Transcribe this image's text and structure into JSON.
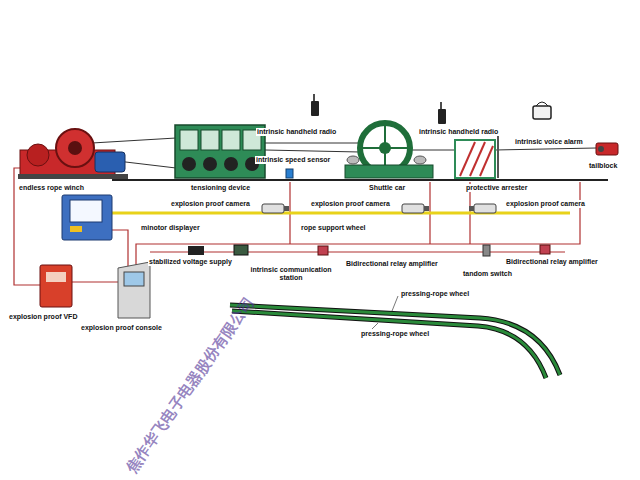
{
  "diagram": {
    "labels": [
      "intrinsic handheld radio",
      "intrinsic handheld radio",
      "intrinsic voice alarm",
      "intrinsic speed sensor",
      "tailblock",
      "endless rope winch",
      "tensioning device",
      "Shuttle car",
      "protective arrester",
      "explosion proof camera",
      "explosion proof camera",
      "explosion proof camera",
      "minotor displayer",
      "rope support wheel",
      "stabilized voltage supply",
      "intrinsic communication station",
      "Bidirectional relay amplifier",
      "tandom switch",
      "Bidirectional relay amplifier",
      "explosion proof VFD",
      "explosion proof console",
      "pressing-rope wheel",
      "pressing-rope wheel",
      "焦作华飞电子电器股份有限公司"
    ]
  }
}
